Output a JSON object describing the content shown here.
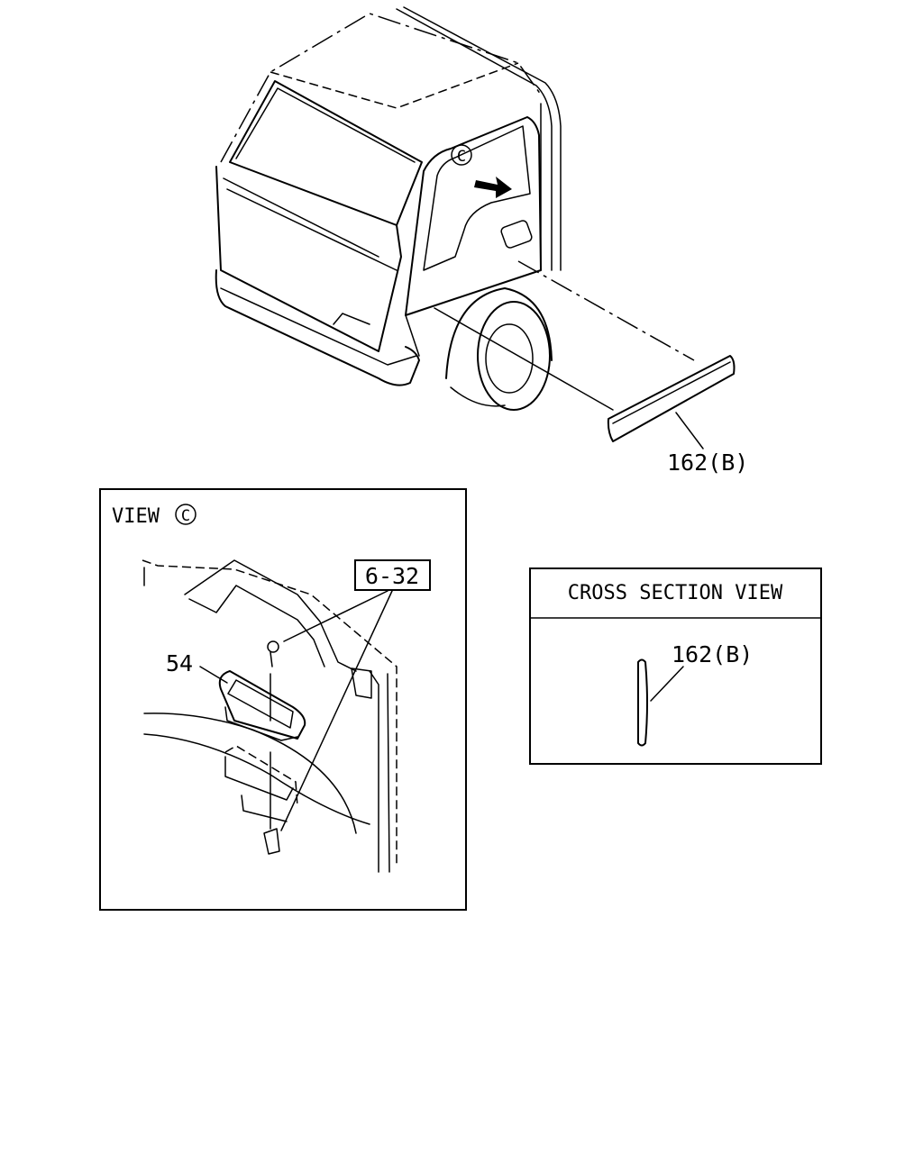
{
  "main_view": {
    "view_marker": "C",
    "callout_part": "162(B)"
  },
  "detail_view": {
    "title_prefix": "VIEW",
    "title_marker": "C",
    "ref_box": "6-32",
    "part_label": "54"
  },
  "cross_section": {
    "title": "CROSS SECTION VIEW",
    "part_label": "162(B)"
  }
}
